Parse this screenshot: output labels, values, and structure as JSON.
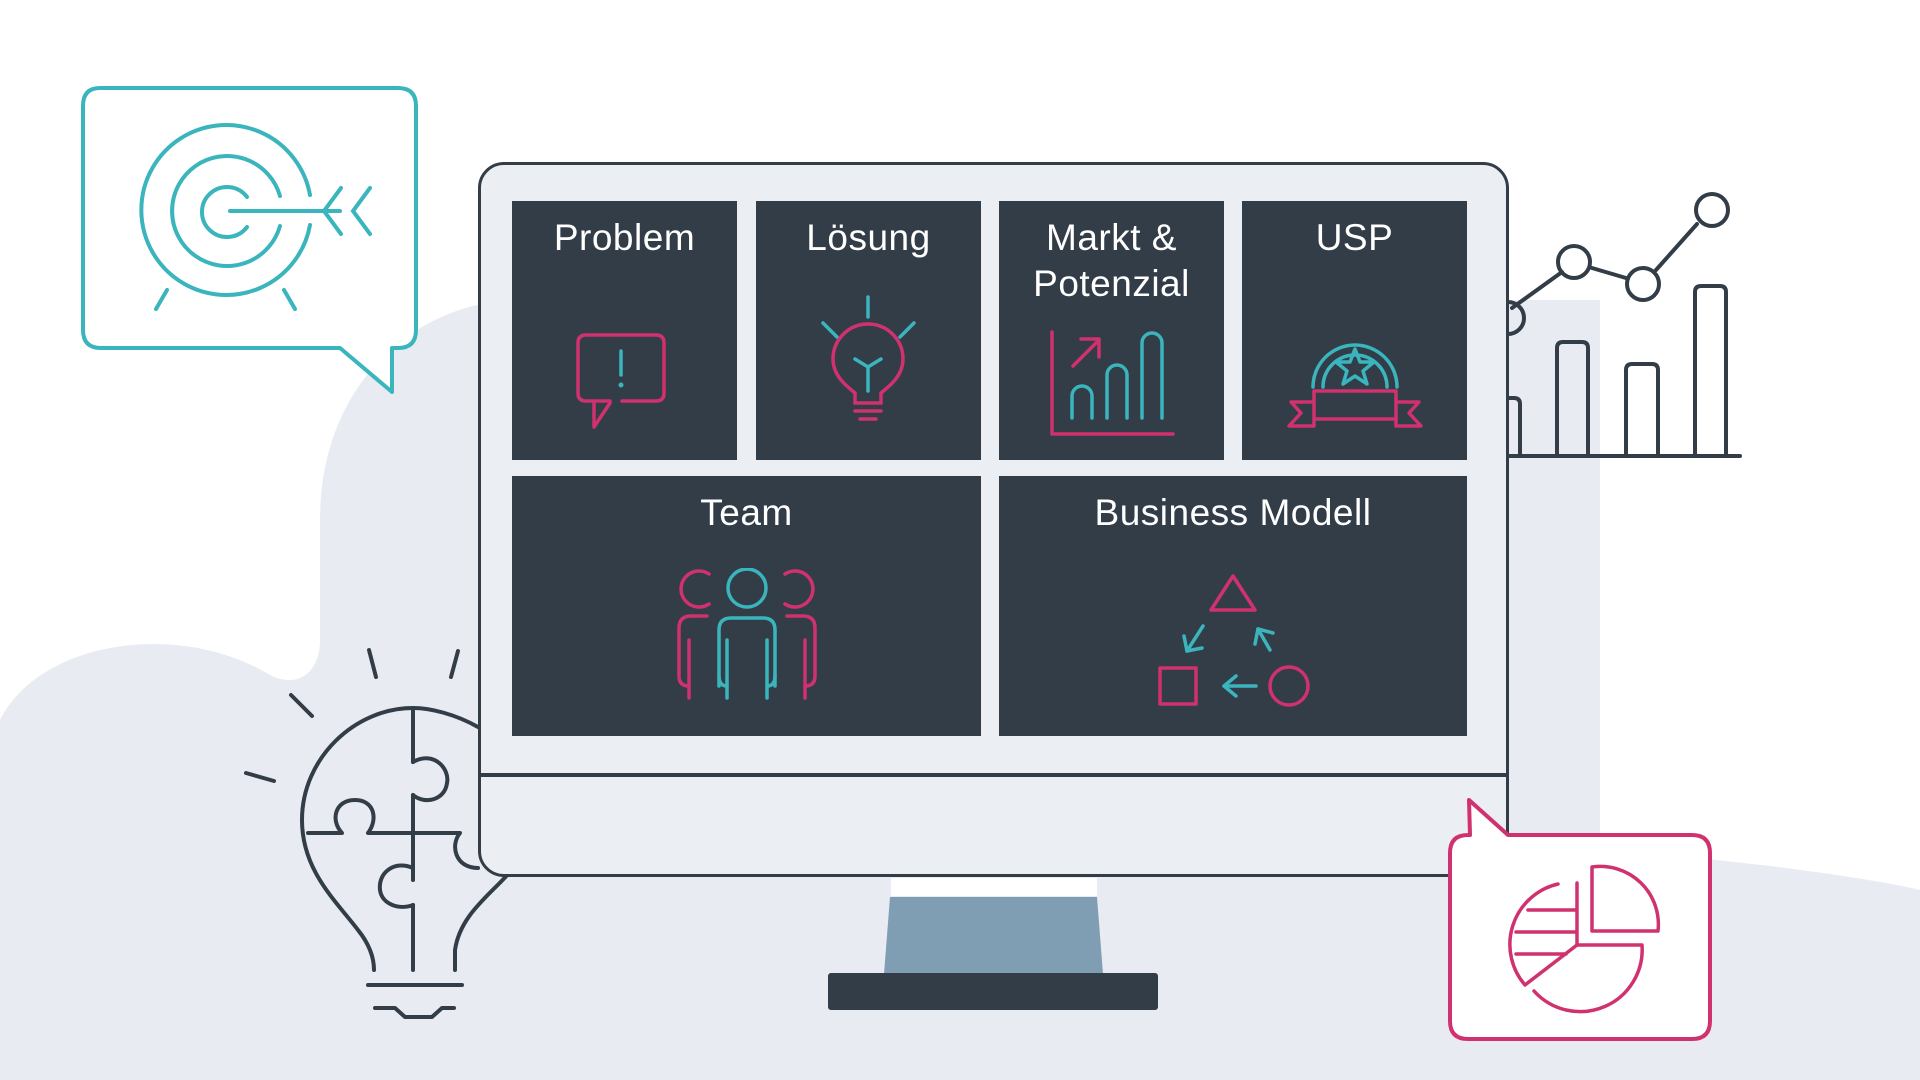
{
  "scene": {
    "description": "Illustration of a desktop monitor showing a pitch-deck overview grid",
    "colors": {
      "background": "#ffffff",
      "blob": "#e8ecf2",
      "monitor_frame": "#333d47",
      "monitor_screen_bg": "#ebeef2",
      "tile_bg": "#333d47",
      "accent_pink": "#d0316f",
      "accent_teal": "#3ab5bd",
      "stand_neck": "#7f9db3",
      "tile_text": "#ffffff"
    }
  },
  "monitor": {
    "tiles": [
      {
        "id": "problem",
        "label": "Problem",
        "icon": "speech-bubble-exclamation-icon"
      },
      {
        "id": "loesung",
        "label": "Lösung",
        "icon": "lightbulb-icon"
      },
      {
        "id": "markt",
        "label": "Markt &\nPotenzial",
        "label_line1": "Markt &",
        "label_line2": "Potenzial",
        "icon": "growth-bar-chart-icon"
      },
      {
        "id": "usp",
        "label": "USP",
        "icon": "award-ribbon-star-icon"
      },
      {
        "id": "team",
        "label": "Team",
        "icon": "team-people-icon"
      },
      {
        "id": "business_modell",
        "label": "Business Modell",
        "icon": "cycle-shapes-icon"
      }
    ]
  },
  "decorations": {
    "target_bubble": {
      "icon": "target-arrow-icon",
      "color": "#3ab5bd"
    },
    "pie_bubble": {
      "icon": "pie-chart-icon",
      "color": "#d0316f"
    },
    "puzzle_bulb": {
      "icon": "puzzle-lightbulb-icon",
      "color": "#333d47"
    },
    "line_bar_chart": {
      "icon": "line-bar-chart-icon",
      "color": "#333d47"
    }
  }
}
